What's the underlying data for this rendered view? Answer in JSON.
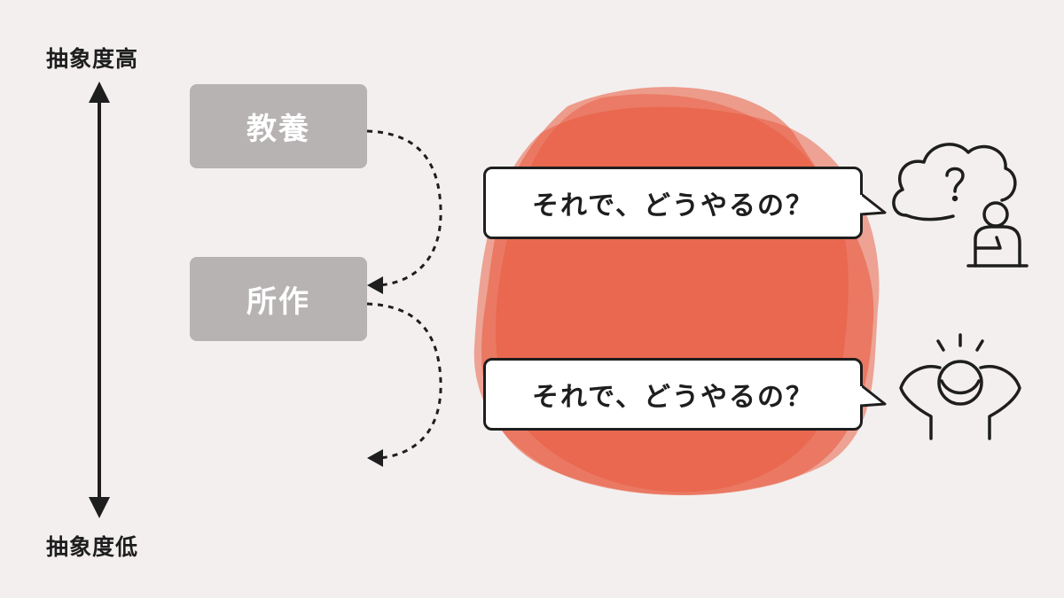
{
  "axis": {
    "top_label": "抽象度高",
    "bottom_label": "抽象度低"
  },
  "boxes": [
    {
      "label": "教養"
    },
    {
      "label": "所作"
    }
  ],
  "bubbles": [
    {
      "text": "それで、どうやるの？"
    },
    {
      "text": "それで、どうやるの？"
    }
  ],
  "colors": {
    "background": "#f3efee",
    "box": "#b7b3b3",
    "blob": "#e8553a",
    "stroke": "#1e1e1e"
  },
  "icons": [
    "thinking-person-icon",
    "frustrated-person-icon"
  ]
}
